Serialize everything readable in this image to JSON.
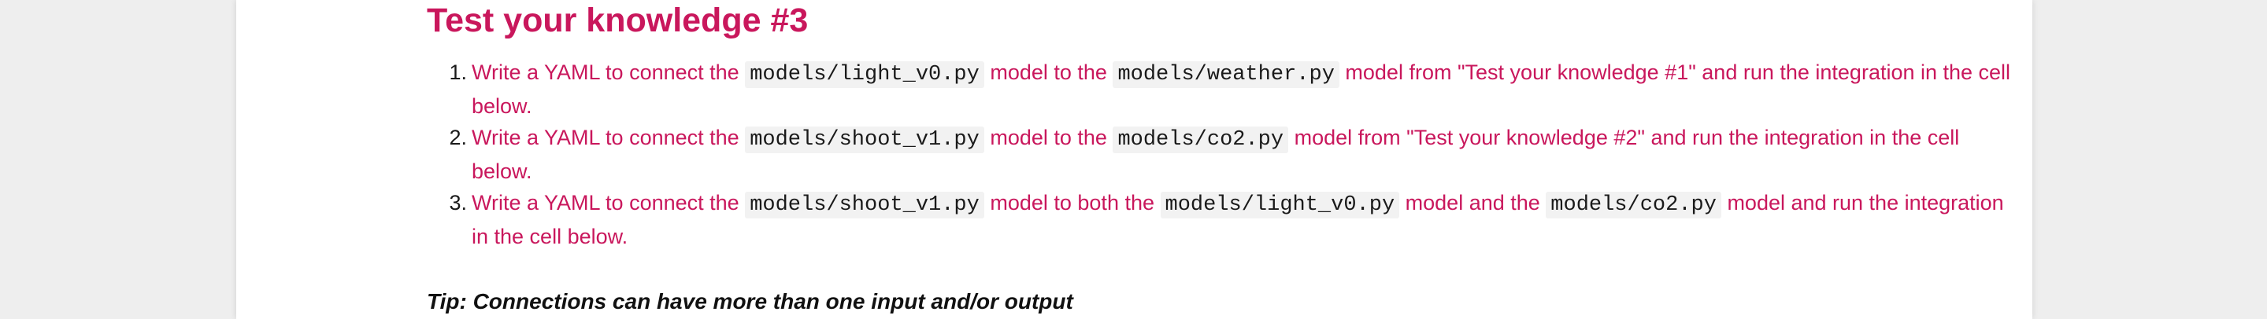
{
  "section": {
    "title": "Test your knowledge #3"
  },
  "tasks": [
    {
      "number": "1.",
      "parts": {
        "a": "Write a YAML to connect the ",
        "code1": "models/light_v0.py",
        "b": " model to the ",
        "code2": "models/weather.py",
        "c": " model from \"Test your knowledge #1\" and run the integration in the cell below."
      }
    },
    {
      "number": "2.",
      "parts": {
        "a": "Write a YAML to connect the ",
        "code1": "models/shoot_v1.py",
        "b": " model to the ",
        "code2": "models/co2.py",
        "c": " model from \"Test your knowledge #2\" and run the integration in the cell below."
      }
    },
    {
      "number": "3.",
      "parts": {
        "a": "Write a YAML to connect the ",
        "code1": "models/shoot_v1.py",
        "b": " model to both the ",
        "code2": "models/light_v0.py",
        "c": " model and the ",
        "code3": "models/co2.py",
        "d": " model and run the integration in the cell below."
      }
    }
  ],
  "tip": "Tip: Connections can have more than one input and/or output",
  "colors": {
    "accent": "#c9175c",
    "background": "#eeeeee",
    "page": "#ffffff",
    "code_bg": "#f2f2f2"
  }
}
